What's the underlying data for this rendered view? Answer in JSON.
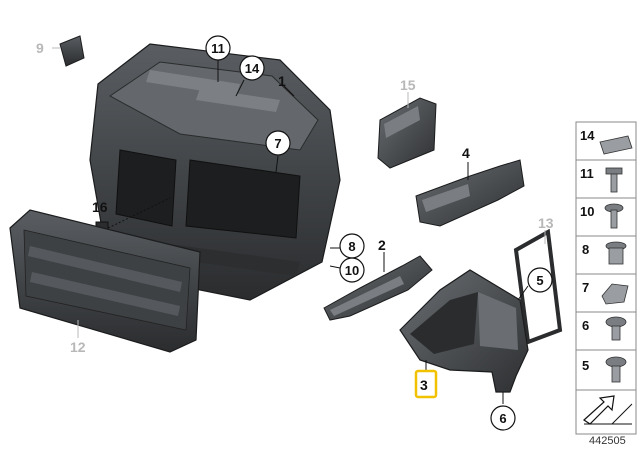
{
  "diagram": {
    "part_labels": {
      "p1": "1",
      "p2": "2",
      "p3": "3",
      "p4": "4",
      "p9": "9",
      "p12": "12",
      "p13": "13",
      "p15": "15",
      "p16": "16"
    },
    "callouts": {
      "c11": "11",
      "c14": "14",
      "c7": "7",
      "c8": "8",
      "c10": "10",
      "c5": "5",
      "c6": "6"
    },
    "legend": {
      "items": [
        "14",
        "11",
        "10",
        "8",
        "7",
        "6",
        "5"
      ]
    },
    "document_number": "442505",
    "colors": {
      "highlight": "#f2c200",
      "part_fill": "#3a3d40",
      "part_dark": "#222426",
      "part_light": "#5a5e62",
      "grey_label": "#b8b8b8"
    }
  }
}
